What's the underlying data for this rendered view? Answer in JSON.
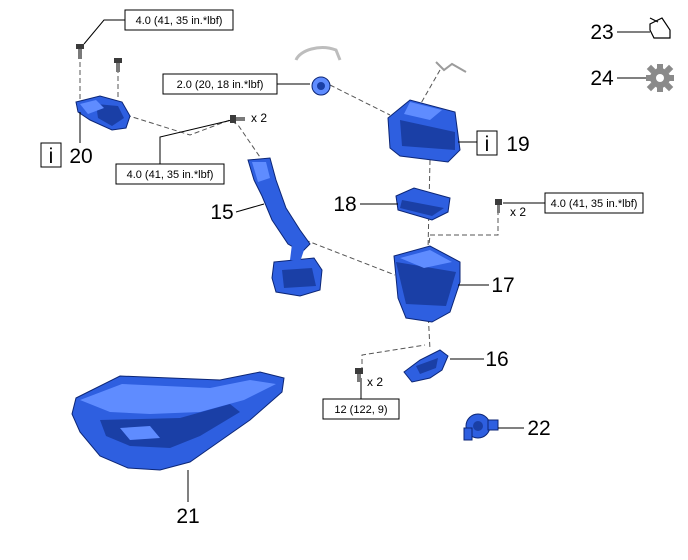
{
  "callout_numbers": {
    "p15": "15",
    "p16": "16",
    "p17": "17",
    "p18": "18",
    "p19": "19",
    "p20": "20",
    "p21": "21",
    "p22": "22",
    "p23": "23",
    "p24": "24"
  },
  "info_marker": "i",
  "torque_specs": {
    "t_top": "4.0 (41, 35 in.*lbf)",
    "t_hose": "2.0 (20, 18 in.*lbf)",
    "t_left": "4.0 (41, 35 in.*lbf)",
    "t_right": "4.0 (41, 35 in.*lbf)",
    "t_bottom": "12 (122, 9)"
  },
  "quantity_marks": {
    "q_left": "x 2",
    "q_right": "x 2",
    "q_bottom": "x 2"
  },
  "legend_icons": {
    "p23": "grease-tube-icon",
    "p24": "gear-icon"
  },
  "colors": {
    "part_blue": "#2e5fe0",
    "part_blue_dark": "#1a3fa6",
    "part_blue_light": "#5f8cff"
  }
}
